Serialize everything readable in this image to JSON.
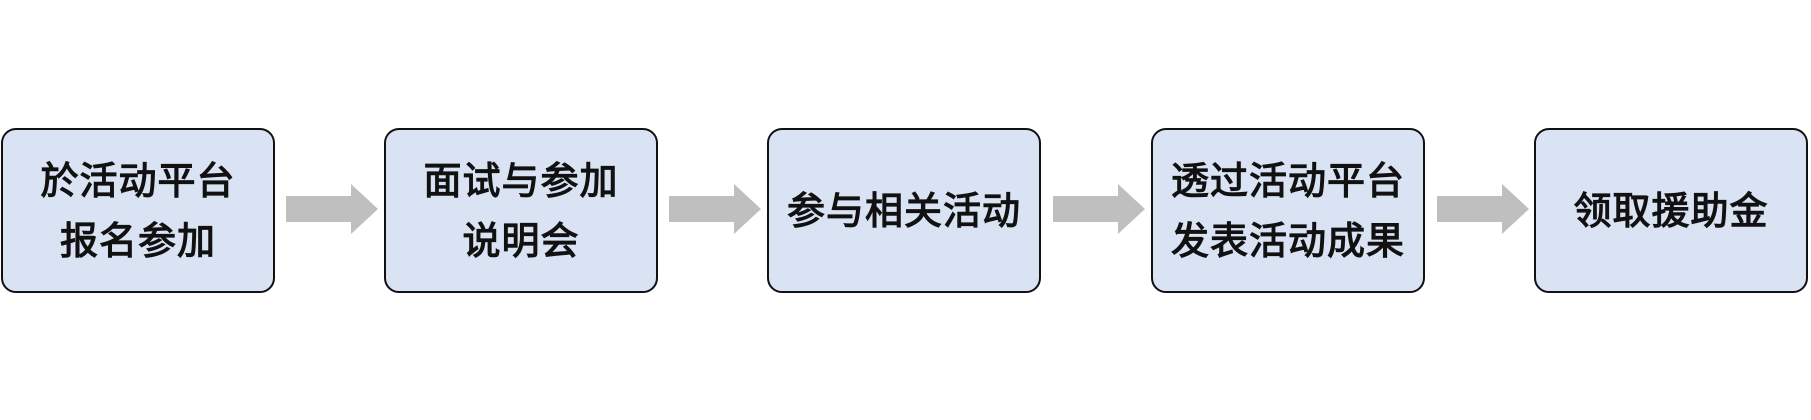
{
  "diagram": {
    "steps": [
      {
        "lines": [
          "於活动平台",
          "报名参加"
        ]
      },
      {
        "lines": [
          "面试与参加",
          "说明会"
        ]
      },
      {
        "lines": [
          "参与相关活动"
        ]
      },
      {
        "lines": [
          "透过活动平台",
          "发表活动成果"
        ]
      },
      {
        "lines": [
          "领取援助金"
        ]
      }
    ],
    "connector": "arrow-right",
    "colors": {
      "box_fill": "#dae3f3",
      "box_border": "#111111",
      "arrow": "#bfbfbf",
      "text": "#111111"
    }
  }
}
